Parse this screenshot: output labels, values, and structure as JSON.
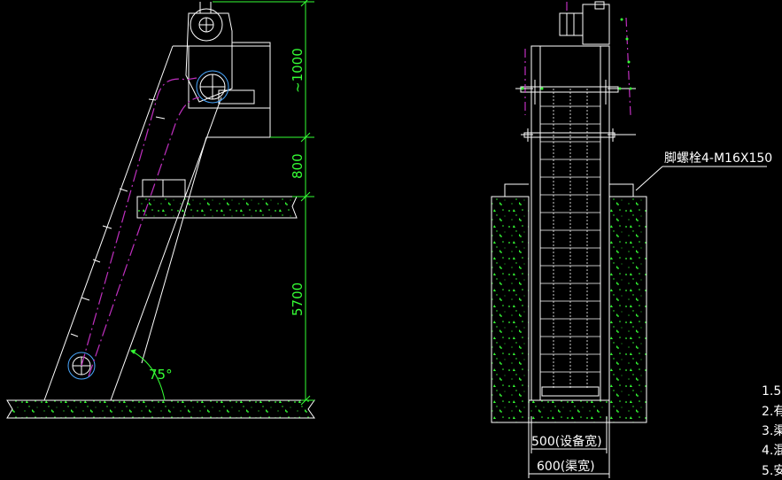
{
  "drawing": {
    "background": "#000000",
    "colors": {
      "outline": "#ffffff",
      "dimension": "#35ff35",
      "concrete": "#35ff35",
      "centerline": "#c030c0",
      "accent": "#4aa8ff"
    },
    "side_view": {
      "dim_top": "~1000",
      "dim_mid": "800",
      "dim_bottom": "5700",
      "angle_label": "75°"
    },
    "front_view": {
      "bolt_label": "脚螺栓4-M16X150",
      "width_equipment": "500(设备宽)",
      "width_channel": "600(渠宽)"
    },
    "notes": [
      "1.5",
      "2.有",
      "3.渠",
      "4.混",
      "5.安"
    ]
  }
}
